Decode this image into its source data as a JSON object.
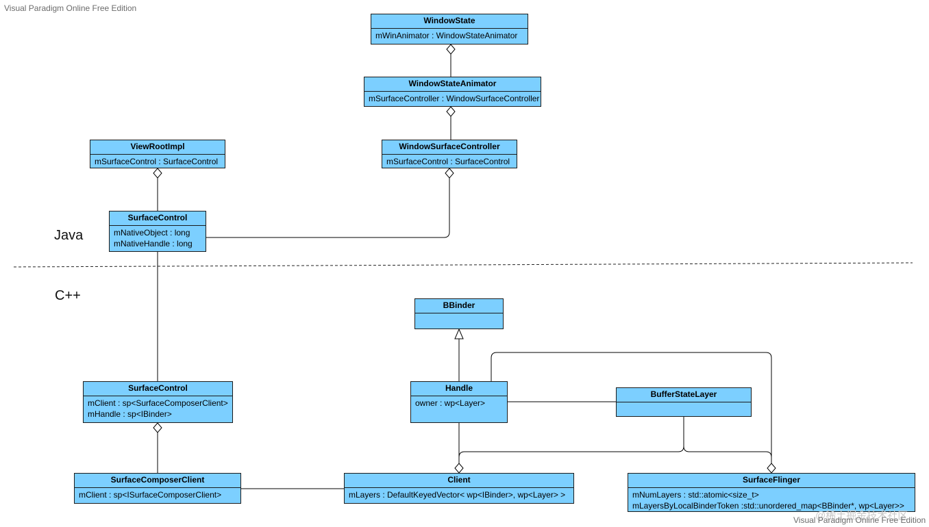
{
  "watermark_top": "Visual Paradigm Online Free Edition",
  "watermark_bottom": "Visual Paradigm Online Free Edition",
  "watermark_overlay": "@稀土掘金技术社区",
  "sections": {
    "java": "Java",
    "cpp": "C++"
  },
  "classes": {
    "window_state": {
      "name": "WindowState",
      "attrs": [
        "mWinAnimator : WindowStateAnimator"
      ]
    },
    "window_state_animator": {
      "name": "WindowStateAnimator",
      "attrs": [
        "mSurfaceController : WindowSurfaceController"
      ]
    },
    "window_surface_controller": {
      "name": "WindowSurfaceController",
      "attrs": [
        "mSurfaceControl : SurfaceControl"
      ]
    },
    "view_root_impl": {
      "name": "ViewRootImpl",
      "attrs": [
        "mSurfaceControl : SurfaceControl"
      ]
    },
    "surface_control_java": {
      "name": "SurfaceControl",
      "attrs": [
        "mNativeObject : long",
        "mNativeHandle : long"
      ]
    },
    "bbinder": {
      "name": "BBinder",
      "attrs": []
    },
    "surface_control_cpp": {
      "name": "SurfaceControl",
      "attrs": [
        "mClient : sp<SurfaceComposerClient>",
        "mHandle : sp<IBinder>"
      ]
    },
    "handle": {
      "name": "Handle",
      "attrs": [
        "owner : wp<Layer>"
      ]
    },
    "buffer_state_layer": {
      "name": "BufferStateLayer",
      "attrs": []
    },
    "surface_composer_client": {
      "name": "SurfaceComposerClient",
      "attrs": [
        "mClient : sp<ISurfaceComposerClient>"
      ]
    },
    "client": {
      "name": "Client",
      "attrs": [
        "mLayers : DefaultKeyedVector< wp<IBinder>, wp<Layer> >"
      ]
    },
    "surface_flinger": {
      "name": "SurfaceFlinger",
      "attrs": [
        "mNumLayers : std::atomic<size_t>",
        "mLayersByLocalBinderToken :std::unordered_map<BBinder*, wp<Layer>>"
      ]
    }
  },
  "edges": [
    {
      "from": "window_state",
      "to": "window_state_animator",
      "kind": "aggregation"
    },
    {
      "from": "window_state_animator",
      "to": "window_surface_controller",
      "kind": "aggregation"
    },
    {
      "from": "view_root_impl",
      "to": "surface_control_java",
      "kind": "aggregation"
    },
    {
      "from": "window_surface_controller",
      "to": "surface_control_java",
      "kind": "aggregation"
    },
    {
      "from": "surface_control_java",
      "to": "surface_control_cpp",
      "kind": "association"
    },
    {
      "from": "surface_control_cpp",
      "to": "surface_composer_client",
      "kind": "aggregation"
    },
    {
      "from": "surface_composer_client",
      "to": "client",
      "kind": "association"
    },
    {
      "from": "handle",
      "to": "bbinder",
      "kind": "generalization"
    },
    {
      "from": "handle",
      "to": "buffer_state_layer",
      "kind": "association"
    },
    {
      "from": "client",
      "to": "handle",
      "kind": "aggregation"
    },
    {
      "from": "client",
      "to": "buffer_state_layer",
      "kind": "aggregation"
    },
    {
      "from": "surface_flinger",
      "to": "buffer_state_layer",
      "kind": "aggregation"
    },
    {
      "from": "surface_flinger",
      "to": "handle",
      "kind": "aggregation"
    }
  ]
}
